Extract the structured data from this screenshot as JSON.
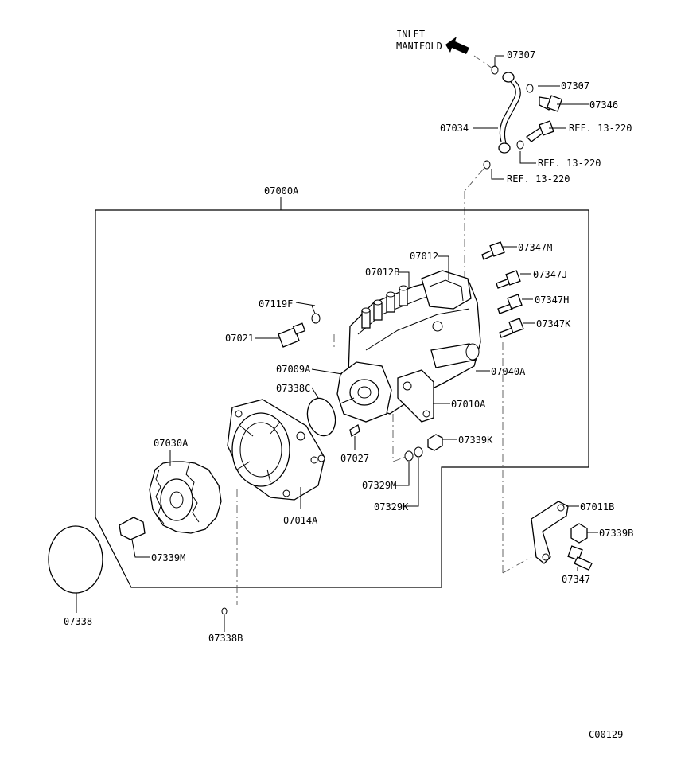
{
  "diagram": {
    "inlet_line1": "INLET",
    "inlet_line2": "MANIFOLD",
    "code": "C00129",
    "labels": {
      "p07307a": "07307",
      "p07307b": "07307",
      "p07346": "07346",
      "p07034": "07034",
      "ref1": "REF. 13-220",
      "ref2": "REF. 13-220",
      "ref3": "REF. 13-220",
      "p07000A": "07000A",
      "p07012": "07012",
      "p07012B": "07012B",
      "p07347M": "07347M",
      "p07347J": "07347J",
      "p07347H": "07347H",
      "p07347K": "07347K",
      "p07119F": "07119F",
      "p07021": "07021",
      "p07009A": "07009A",
      "p07040A": "07040A",
      "p07338C": "07338C",
      "p07010A": "07010A",
      "p07030A": "07030A",
      "p07027": "07027",
      "p07339K": "07339K",
      "p07329M": "07329M",
      "p07329K": "07329K",
      "p07014A": "07014A",
      "p07011B": "07011B",
      "p07339B": "07339B",
      "p07339M": "07339M",
      "p07347": "07347",
      "p07338": "07338",
      "p07338B": "07338B"
    }
  }
}
